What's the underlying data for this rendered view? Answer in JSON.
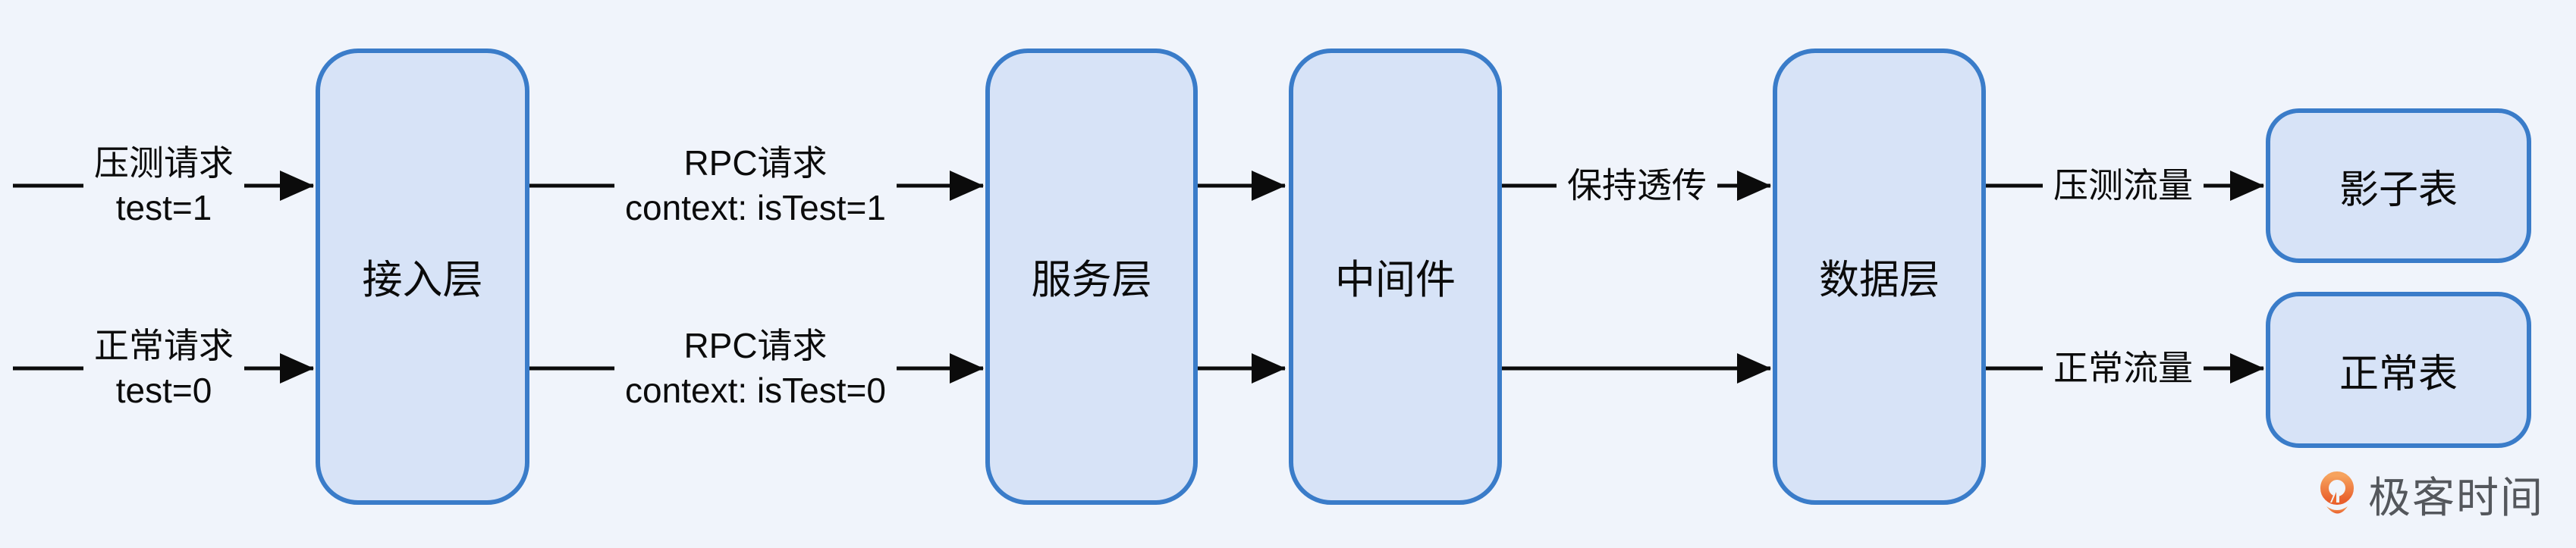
{
  "diagram": {
    "title_hint": "full-link load-testing traffic isolation flow",
    "nodes": {
      "access": {
        "label": "接入层"
      },
      "service": {
        "label": "服务层"
      },
      "middleware": {
        "label": "中间件"
      },
      "data": {
        "label": "数据层"
      },
      "shadow_table": {
        "label": "影子表"
      },
      "normal_table": {
        "label": "正常表"
      }
    },
    "edges": {
      "stress_in": {
        "line1": "压测请求",
        "line2": "test=1"
      },
      "normal_in": {
        "line1": "正常请求",
        "line2": "test=0"
      },
      "rpc_stress": {
        "line1": "RPC请求",
        "line2": "context: isTest=1"
      },
      "rpc_normal": {
        "line1": "RPC请求",
        "line2": "context: isTest=0"
      },
      "passthrough": {
        "label": "保持透传"
      },
      "stress_traffic": {
        "label": "压测流量"
      },
      "normal_traffic": {
        "label": "正常流量"
      }
    },
    "colors": {
      "background": "#F0F4FB",
      "node_fill": "#D7E3F7",
      "node_border": "#3A7CC9",
      "arrow": "#0B0B0B"
    }
  },
  "branding": {
    "logo_text": "极客时间",
    "logo_orange": "#ED6A2E",
    "logo_text_color": "#54575C"
  }
}
